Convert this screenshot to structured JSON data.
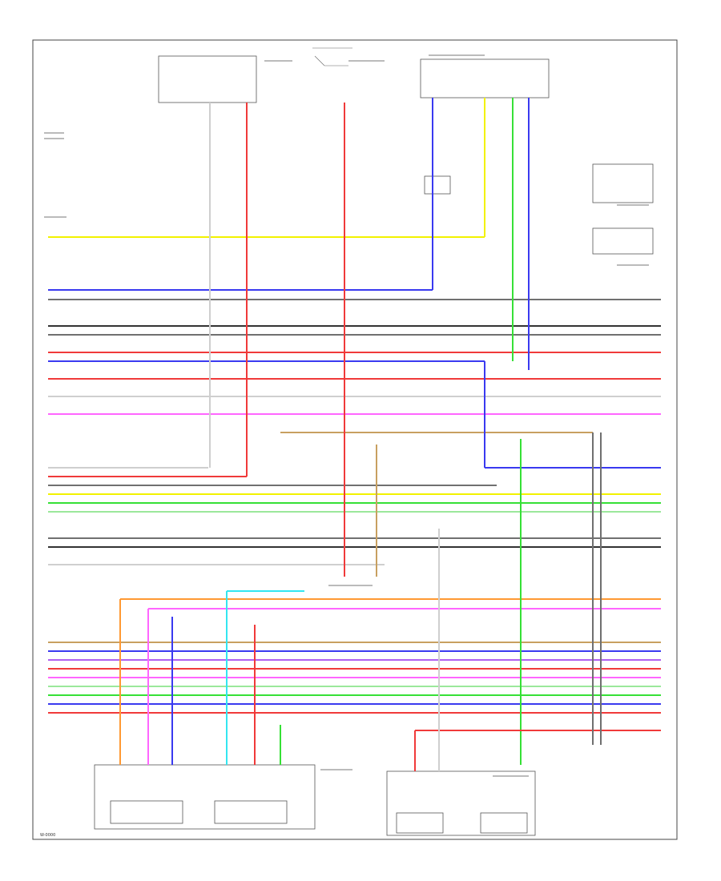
{
  "diagram": {
    "footer_code": "W-0000"
  },
  "colors": {
    "yellow": "#f2f200",
    "blue": "#3a3af0",
    "gray": "#707070",
    "dark": "#333333",
    "red": "#f03a3a",
    "pink": "#ff66ff",
    "white_wire": "#cfcfcf",
    "green": "#36e036",
    "lt_green": "#9be89b",
    "orange": "#ff9933",
    "cyan": "#33e6f0",
    "tan": "#c8a060",
    "violet": "#b060f0"
  },
  "wires": [
    {
      "color_key": "yellow"
    },
    {
      "color_key": "blue"
    },
    {
      "color_key": "gray"
    },
    {
      "color_key": "dark"
    },
    {
      "color_key": "gray"
    },
    {
      "color_key": "red"
    },
    {
      "color_key": "blue"
    },
    {
      "color_key": "red"
    },
    {
      "color_key": "white_wire"
    },
    {
      "color_key": "pink"
    },
    {
      "color_key": "tan"
    },
    {
      "color_key": "white_wire"
    },
    {
      "color_key": "red"
    },
    {
      "color_key": "gray"
    },
    {
      "color_key": "yellow"
    },
    {
      "color_key": "green"
    },
    {
      "color_key": "lt_green"
    },
    {
      "color_key": "dark"
    },
    {
      "color_key": "gray"
    },
    {
      "color_key": "white_wire"
    },
    {
      "color_key": "tan"
    },
    {
      "color_key": "blue"
    },
    {
      "color_key": "violet"
    },
    {
      "color_key": "red"
    },
    {
      "color_key": "pink"
    },
    {
      "color_key": "lt_green"
    },
    {
      "color_key": "green"
    },
    {
      "color_key": "blue"
    },
    {
      "color_key": "red"
    },
    {
      "color_key": "orange"
    },
    {
      "color_key": "pink"
    },
    {
      "color_key": "cyan"
    }
  ]
}
